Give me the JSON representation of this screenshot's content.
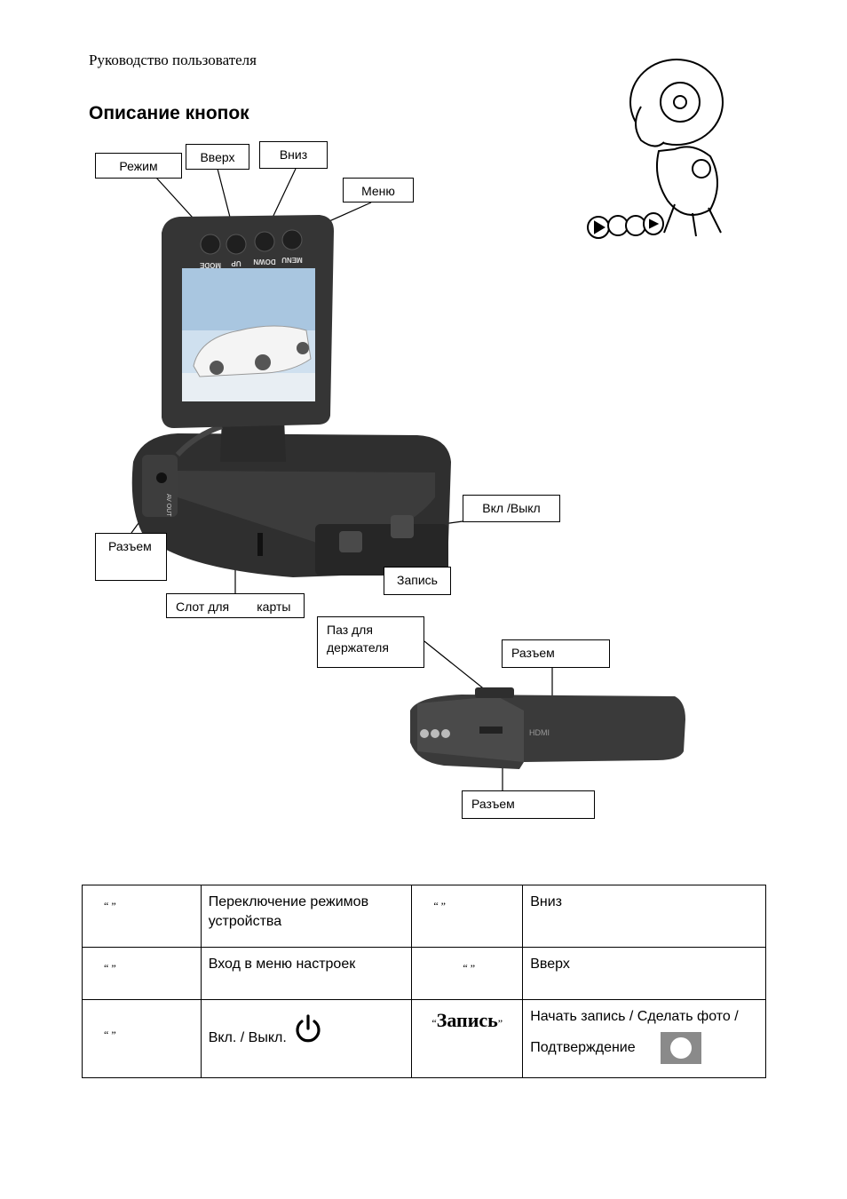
{
  "header": {
    "doc_title": "Руководство пользователя",
    "section_title": "Описание кнопок"
  },
  "device_labels": {
    "mode_btn": "MODE",
    "up_btn": "UP",
    "down_btn": "DOWN",
    "menu_btn": "MENU",
    "hdmi_port": "HDMI",
    "av_out_port": "AV OUT"
  },
  "callouts": {
    "mode": "Режим",
    "up": "Вверх",
    "down": "Вниз",
    "menu": "Меню",
    "power": "Вкл /Выкл",
    "record": "Запись",
    "connector_left": "Разъем",
    "card_slot": "Слот для        карты",
    "holder_slot": "Паз для держателя",
    "connector_top": "Разъем",
    "connector_bottom": "Разъем"
  },
  "table": {
    "rows": [
      {
        "c1": "“                 ”",
        "c2": "Переключение режимов устройства",
        "c3": "“                 ”",
        "c4": "Вниз"
      },
      {
        "c1": "“                 ”",
        "c2": "Вход в меню настроек",
        "c3": "“       ”",
        "c4": "Вверх"
      },
      {
        "c1": "“                 ”",
        "c2": "Вкл. / Выкл.",
        "c3": "Запись",
        "c4a": "Начать запись / Сделать фото /",
        "c4b": "Подтверждение"
      }
    ]
  },
  "icons": {
    "power": "power-icon",
    "record": "record-button-icon",
    "mascot": "robot-mascot-illustration"
  },
  "colors": {
    "device_body": "#3a3a3a",
    "screen_sky": "#cfe0ef",
    "record_icon_bg": "#8a8a8a"
  }
}
